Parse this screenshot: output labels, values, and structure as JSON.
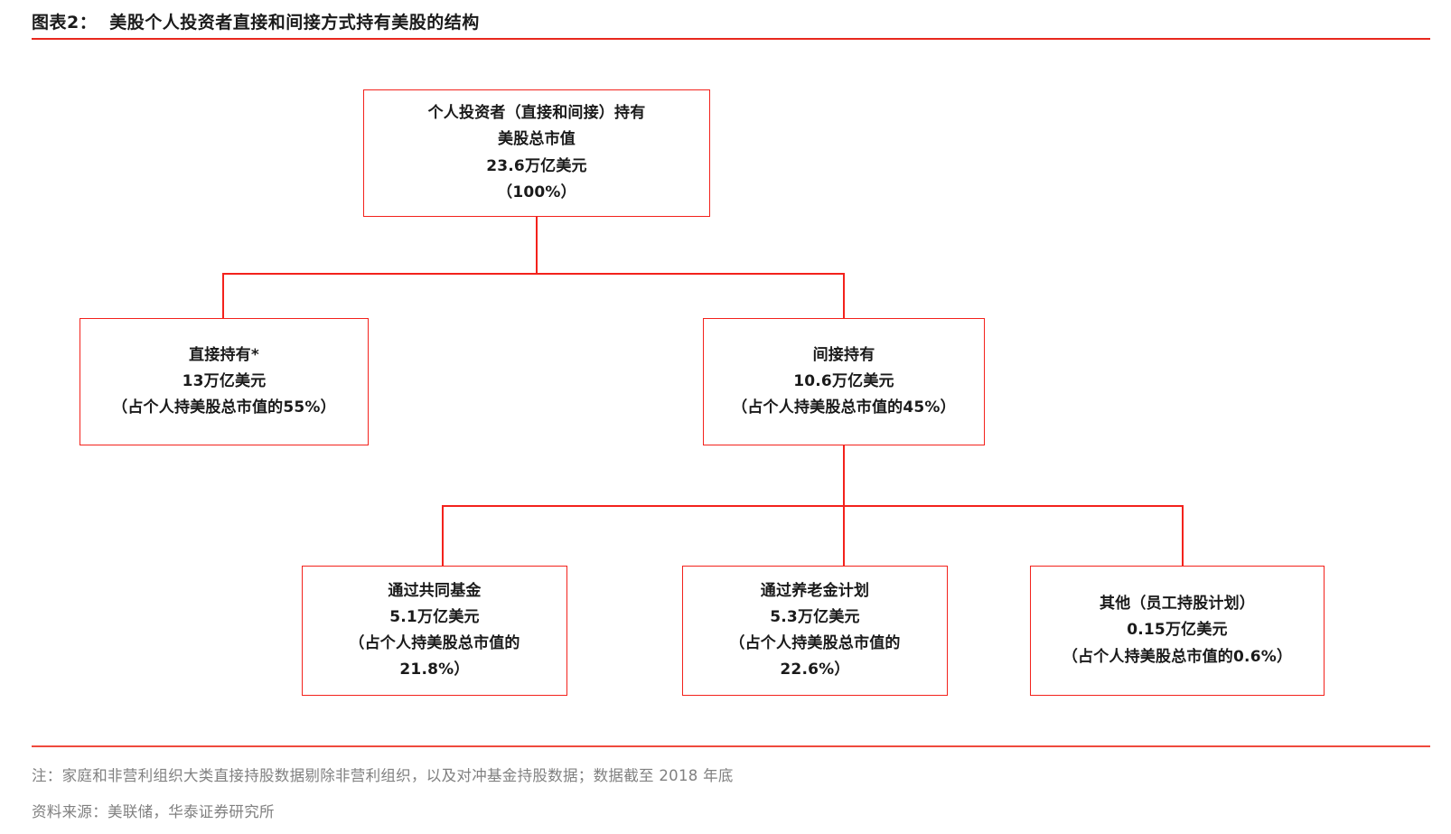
{
  "header": {
    "figure_label": "图表2：",
    "title": "美股个人投资者直接和间接方式持有美股的结构",
    "accent_color": "#e8281e"
  },
  "diagram": {
    "box_border_color": "#f3221c",
    "connector_color": "#f3221c",
    "nodes": {
      "total": {
        "name": "个人投资者（直接和间接）持有",
        "line1": "个人投资者（直接和间接）持有",
        "line2": "美股总市值",
        "line3": "23.6万亿美元",
        "line4": "（100%）"
      },
      "direct": {
        "line1": "直接持有*",
        "line2": "13万亿美元",
        "line3": "（占个人持美股总市值的55%）"
      },
      "indirect": {
        "line1": "间接持有",
        "line2": "10.6万亿美元",
        "line3": "（占个人持美股总市值的45%）"
      },
      "mutual_fund": {
        "line1": "通过共同基金",
        "line2": "5.1万亿美元",
        "line3": "（占个人持美股总市值的",
        "line4": "21.8%）"
      },
      "pension": {
        "line1": "通过养老金计划",
        "line2": "5.3万亿美元",
        "line3": "（占个人持美股总市值的",
        "line4": "22.6%）"
      },
      "other": {
        "line1": "其他（员工持股计划）",
        "line2": "0.15万亿美元",
        "line3": "（占个人持美股总市值的0.6%）"
      }
    }
  },
  "chart_data": {
    "type": "diagram",
    "title": "美股个人投资者直接和间接方式持有美股的结构",
    "unit": "万亿美元",
    "root": {
      "label": "个人投资者（直接和间接）持有美股总市值",
      "value": 23.6,
      "share_pct": 100
    },
    "levels": [
      [
        {
          "label": "直接持有*",
          "value": 13,
          "share_pct": 55,
          "parent": "root"
        },
        {
          "label": "间接持有",
          "value": 10.6,
          "share_pct": 45,
          "parent": "root"
        }
      ],
      [
        {
          "label": "通过共同基金",
          "value": 5.1,
          "share_pct": 21.8,
          "parent": "间接持有"
        },
        {
          "label": "通过养老金计划",
          "value": 5.3,
          "share_pct": 22.6,
          "parent": "间接持有"
        },
        {
          "label": "其他（员工持股计划）",
          "value": 0.15,
          "share_pct": 0.6,
          "parent": "间接持有"
        }
      ]
    ]
  },
  "footer": {
    "note": "注：家庭和非营利组织大类直接持股数据剔除非营利组织，以及对冲基金持股数据；数据截至 2018 年底",
    "source": "资料来源：美联储，华泰证券研究所"
  }
}
